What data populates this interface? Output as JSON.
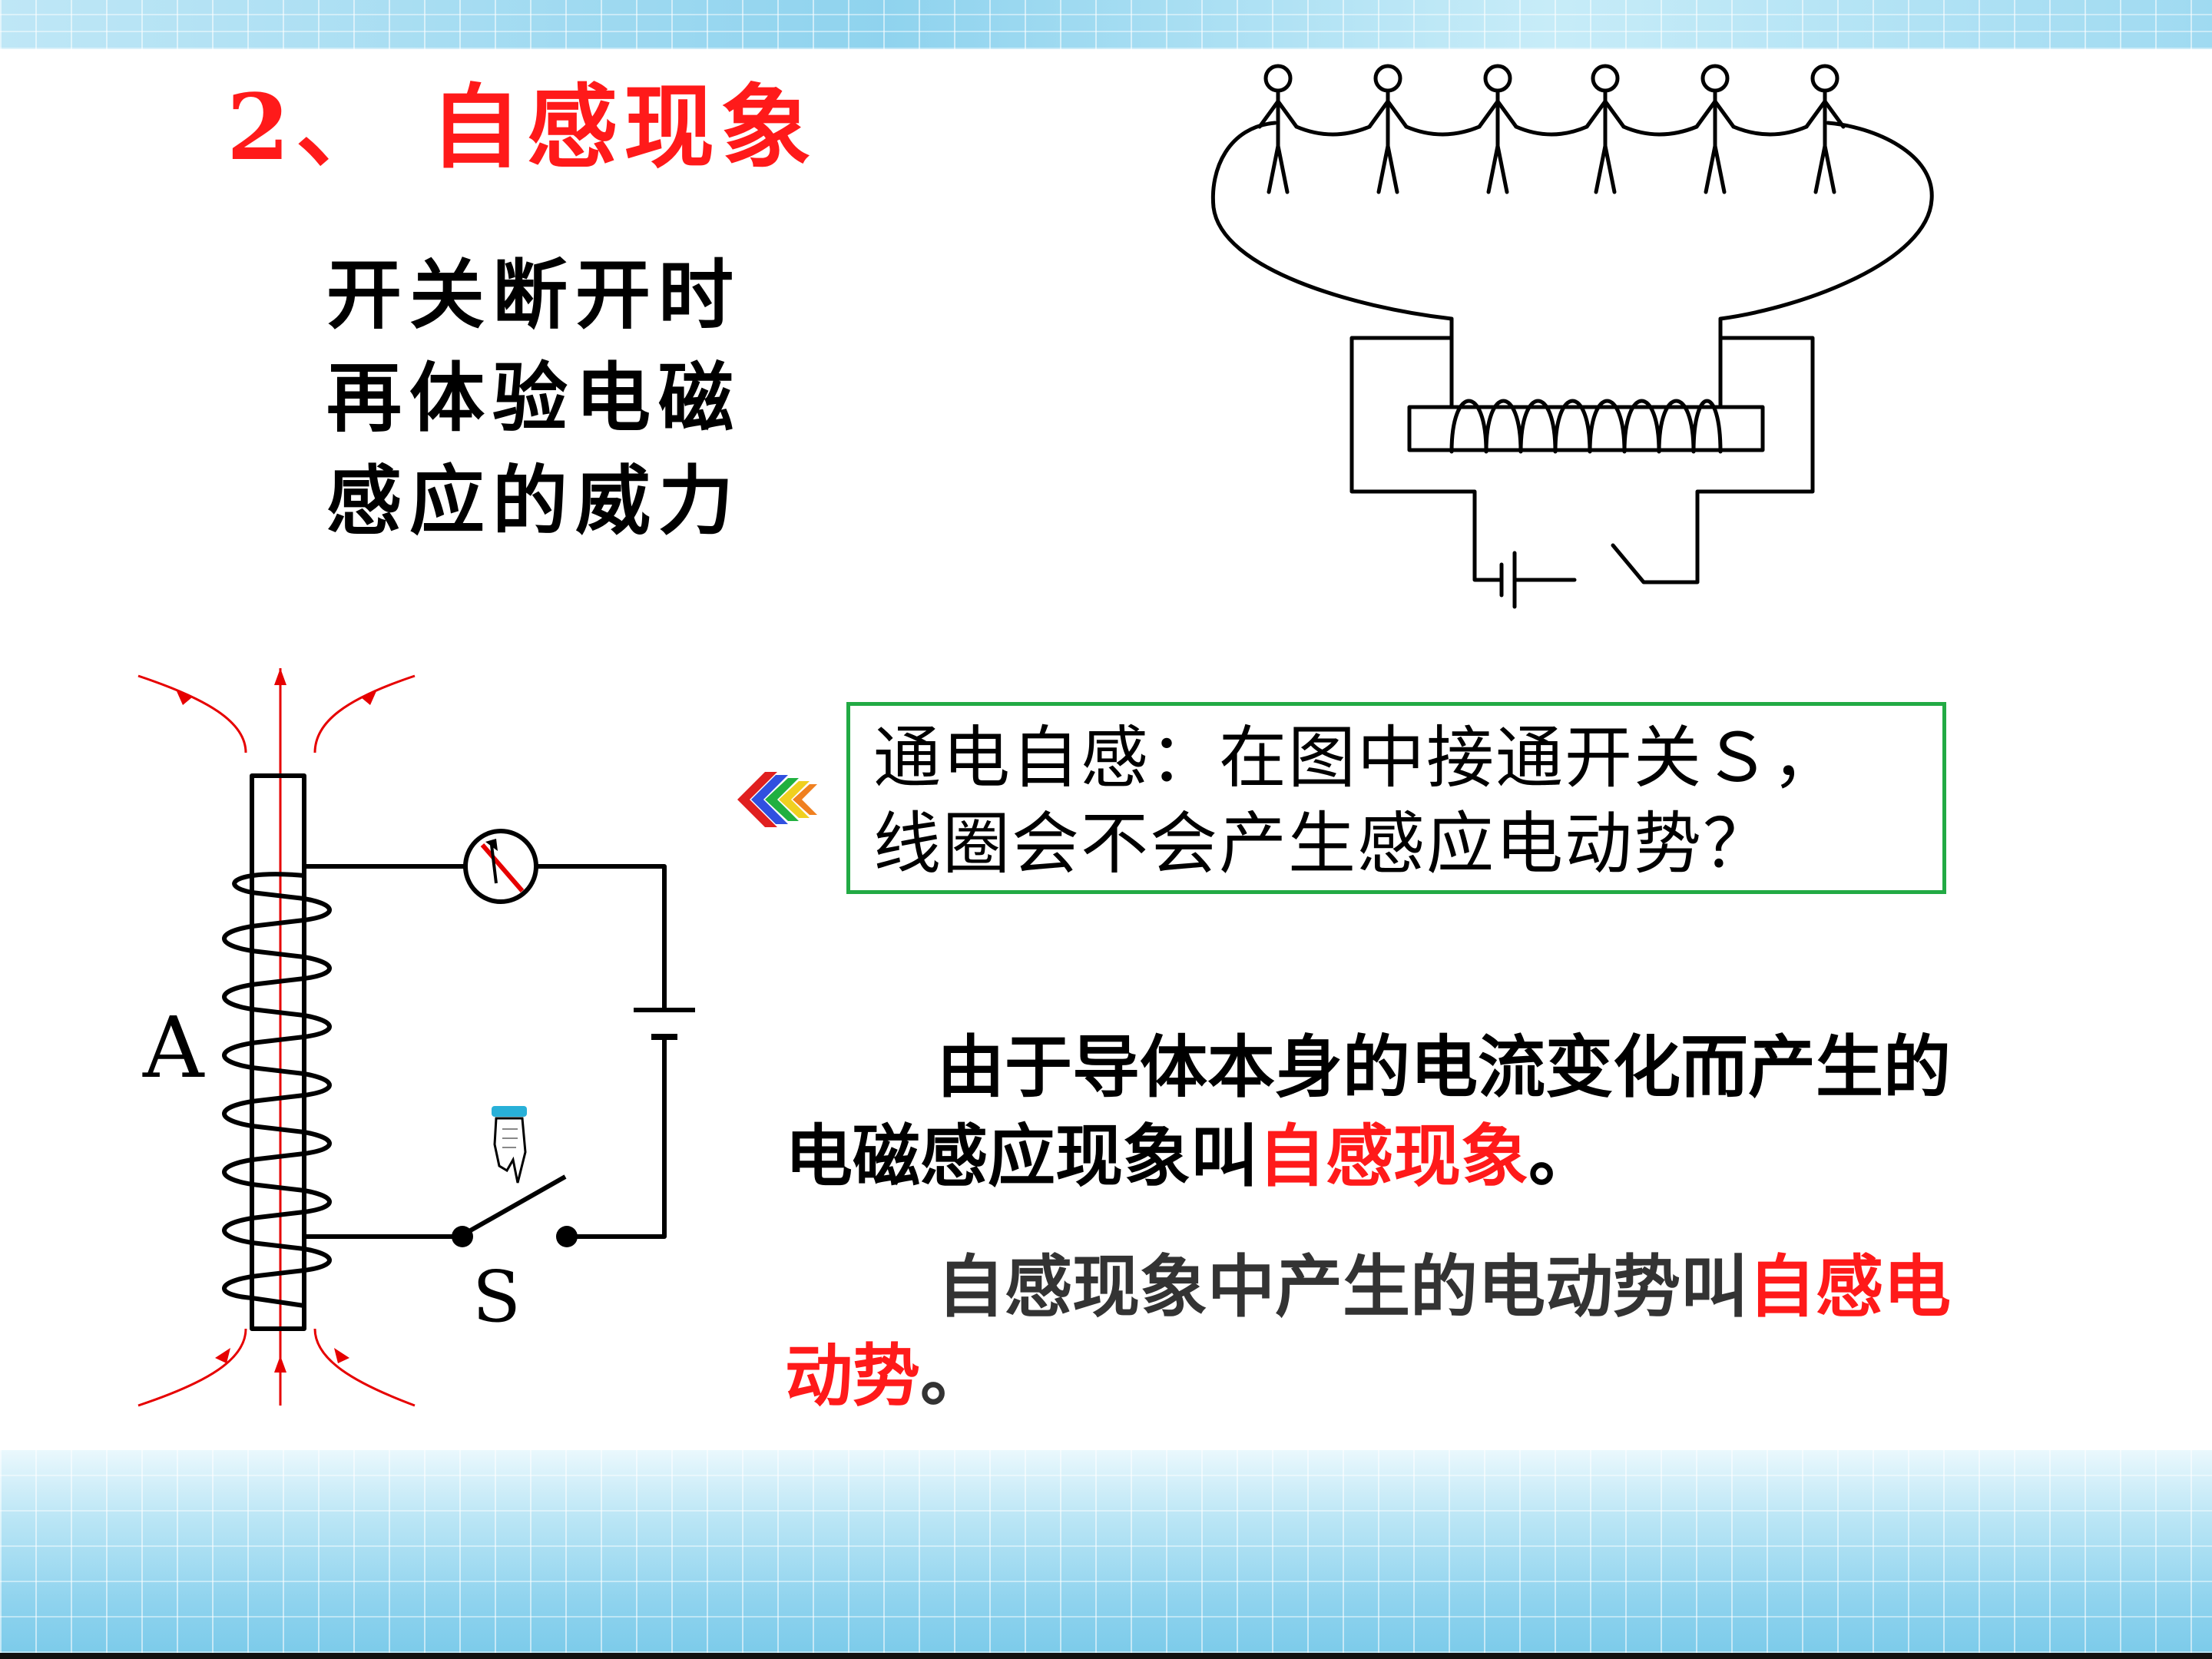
{
  "title": "2、 自感现象",
  "experiment_text": [
    "开关断开时",
    "再体验电磁",
    "感应的威力"
  ],
  "question": {
    "line1": "通电自感：在图中接通开关Ｓ，",
    "line2": "线圈会不会产生感应电动势？"
  },
  "circuit_labels": {
    "coil": "A",
    "switch": "S"
  },
  "definition1": {
    "line1": "由于导体本身的电流变化而产生的",
    "line2_prefix": "电磁感应现象叫",
    "line2_term": "自感现象",
    "line2_suffix": "。"
  },
  "definition2": {
    "line1_prefix": "自感现象中产生的电动势叫",
    "line1_term": "自感电",
    "line2_term": "动势",
    "line2_suffix": "。"
  },
  "colors": {
    "title": "#ff1a1a",
    "highlight": "#ff1a1a",
    "box_border": "#22aa44",
    "field_lines": "#e60000"
  }
}
